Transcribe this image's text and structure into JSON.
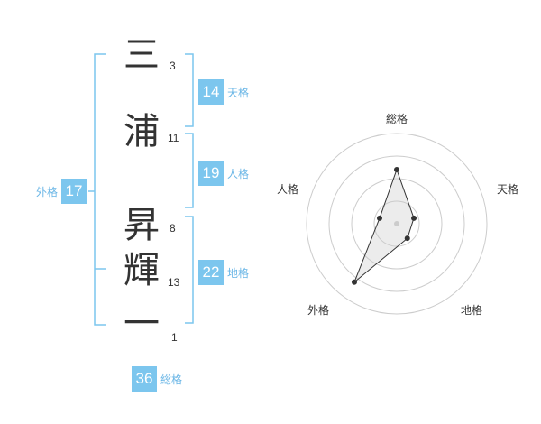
{
  "name": {
    "chars": [
      {
        "char": "三",
        "strokes": "3"
      },
      {
        "char": "浦",
        "strokes": "11"
      },
      {
        "char": "昇",
        "strokes": "8"
      },
      {
        "char": "輝",
        "strokes": "13"
      },
      {
        "char": "一",
        "strokes": "1"
      }
    ]
  },
  "fortunes": {
    "tenkaku": {
      "value": "14",
      "label": "天格"
    },
    "jinkaku": {
      "value": "19",
      "label": "人格"
    },
    "chikaku": {
      "value": "22",
      "label": "地格"
    },
    "gaikaku": {
      "value": "17",
      "label": "外格"
    },
    "soukaku": {
      "value": "36",
      "label": "総格"
    }
  },
  "colors": {
    "accent": "#7cc6ee",
    "accent_text": "#6ab6e6",
    "text": "#333333"
  },
  "chart_data": {
    "type": "radar",
    "axes": [
      "総格",
      "天格",
      "地格",
      "外格",
      "人格"
    ],
    "values": [
      3,
      1,
      1,
      4,
      1
    ],
    "range": [
      0,
      5
    ],
    "rings": 4
  }
}
